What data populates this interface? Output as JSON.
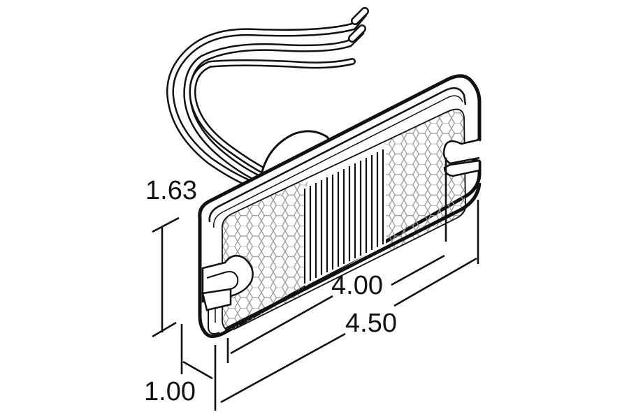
{
  "diagram": {
    "subject": "Rectangular surface-mount marker/clearance lamp with hexagon reflex lens, pigtail wires",
    "colors": {
      "line": "#111111",
      "background": "#ffffff",
      "hex_pattern": "#9a9a9a"
    },
    "dimensions": {
      "height": {
        "label": "1.63",
        "axis": "vertical"
      },
      "depth": {
        "label": "1.00",
        "axis": "depth"
      },
      "hole_spacing": {
        "label": "4.00",
        "axis": "length"
      },
      "overall_length": {
        "label": "4.50",
        "axis": "length"
      }
    },
    "parts": [
      {
        "name": "housing",
        "label": "Lamp housing"
      },
      {
        "name": "lens-center",
        "label": "Fluted center lens"
      },
      {
        "name": "lens-reflex-left",
        "label": "Hexagon reflex left"
      },
      {
        "name": "lens-reflex-right",
        "label": "Hexagon reflex right"
      },
      {
        "name": "mount-slot-left",
        "label": "Mounting slot left"
      },
      {
        "name": "mount-slot-right",
        "label": "Mounting slot right"
      },
      {
        "name": "lead-wires",
        "label": "Two pigtail lead wires"
      },
      {
        "name": "rear-grommet",
        "label": "Rear boss / grommet"
      }
    ]
  }
}
